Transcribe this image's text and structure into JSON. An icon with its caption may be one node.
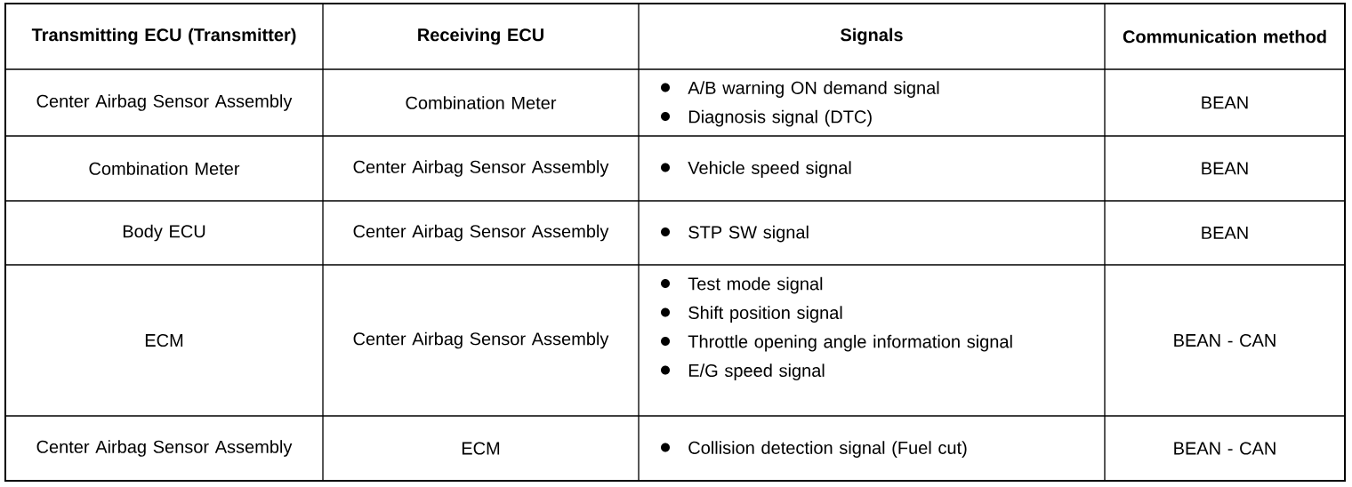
{
  "diagram": {
    "labels": [
      "Transmitting ECU (Transmitter)",
      "Receiving ECU",
      "Signals",
      "Communication method",
      "Center Airbag Sensor Assembly",
      "Combination Meter",
      "A/B warning ON demand signal",
      "Diagnosis signal (DTC)",
      "BEAN",
      "Combination Meter",
      "Center Airbag Sensor Assembly",
      "Vehicle speed signal",
      "BEAN",
      "Body ECU",
      "Center Airbag Sensor Assembly",
      "STP SW signal",
      "BEAN",
      "ECM",
      "Center Airbag Sensor Assembly",
      "Test mode signal",
      "Shift position signal",
      "Throttle opening angle information signal",
      "E/G speed signal",
      "BEAN - CAN",
      "Center Airbag Sensor Assembly",
      "ECM",
      "Collision detection signal (Fuel cut)",
      "BEAN - CAN"
    ]
  }
}
